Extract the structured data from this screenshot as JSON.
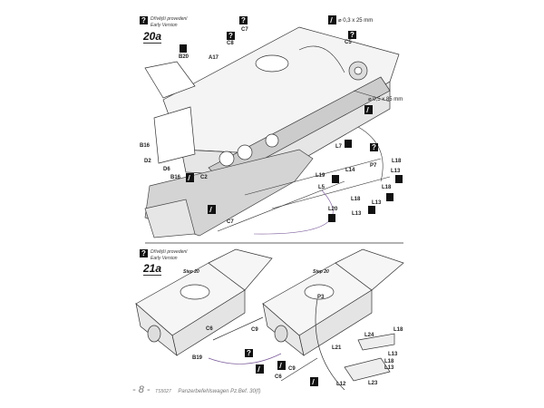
{
  "step_20a": {
    "number": "20a",
    "early_cz": "Dřívější provedení",
    "early_en": "Early Version",
    "parts": [
      "C7",
      "C8",
      "B20",
      "A17",
      "C5",
      "B16",
      "D2",
      "D6",
      "B16",
      "C2",
      "C7",
      "L7",
      "L18",
      "P7",
      "L13",
      "L14",
      "L19",
      "L5",
      "L18",
      "L18",
      "L13",
      "L20",
      "L13"
    ],
    "wire_1": "⌀ 0,3 x 25 mm",
    "wire_2": "⌀ 0,5 x 85 mm"
  },
  "step_21a": {
    "number": "21a",
    "early_cz": "Dřívější provedení",
    "early_en": "Early Version",
    "step_ref_left": "Step 20",
    "step_ref_right": "Step 20",
    "parts": [
      "P3",
      "C6",
      "C9",
      "B19",
      "C9",
      "C6",
      "L18",
      "L24",
      "L21",
      "L13",
      "L18",
      "L13",
      "L12",
      "L23"
    ]
  },
  "footer": {
    "page": "- 8 -",
    "code": "TS5027",
    "title": "Panzerbefehlswagen Pz.Bef. 30(f)"
  }
}
